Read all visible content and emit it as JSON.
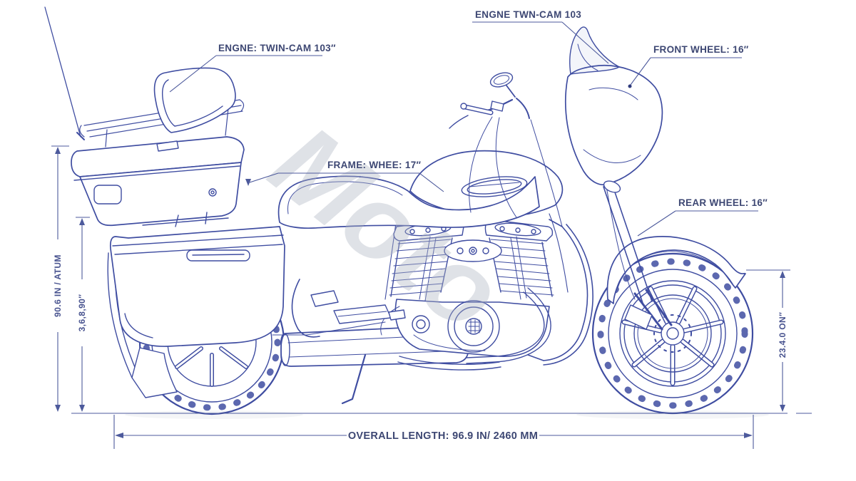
{
  "watermark": {
    "text": "Moto"
  },
  "callouts": {
    "engine_left": "ENGNE: TWIN-CAM 103″",
    "engine_right": "ENGNE TWN-CAM 103",
    "front_wheel": "FRONT WHEEL: 16″",
    "frame_wheel": "FRAME: WHEE: 17″",
    "rear_wheel": "REAR WHEEL: 16″"
  },
  "dimensions": {
    "overall_length": "OVERALL LENGTH: 96.9 IN/ 2460 MM",
    "left_outer": "90.6 IN / ATUM",
    "left_inner": "3,6,8,90″",
    "right": "23.4.0 ON″"
  },
  "colors": {
    "ink": "#3f4da1",
    "dim": "#4d5a9c",
    "label": "#3d4773",
    "background": "#ffffff",
    "watermark": "#aeb4c2"
  }
}
